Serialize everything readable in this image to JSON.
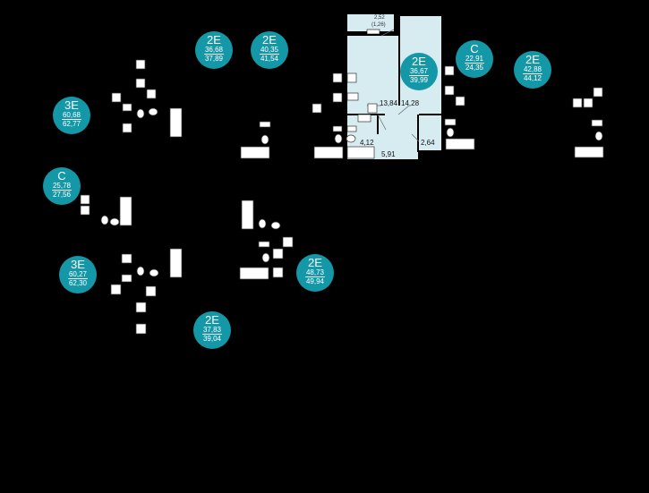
{
  "apartments": [
    {
      "id": "apt-1",
      "type": "2E",
      "area": "36,68",
      "area_total": "37,89"
    },
    {
      "id": "apt-2",
      "type": "2E",
      "area": "40,35",
      "area_total": "41,54"
    },
    {
      "id": "apt-3",
      "type": "2E",
      "area": "36,67",
      "area_total": "39,99"
    },
    {
      "id": "apt-4",
      "type": "С",
      "area": "22,91",
      "area_total": "24,35"
    },
    {
      "id": "apt-5",
      "type": "2E",
      "area": "42,88",
      "area_total": "44,12"
    },
    {
      "id": "apt-6",
      "type": "3E",
      "area": "60,68",
      "area_total": "62,77"
    },
    {
      "id": "apt-7",
      "type": "С",
      "area": "25,78",
      "area_total": "27,56"
    },
    {
      "id": "apt-8",
      "type": "3E",
      "area": "60,27",
      "area_total": "62,30"
    },
    {
      "id": "apt-9",
      "type": "2E",
      "area": "48,73",
      "area_total": "49,94"
    },
    {
      "id": "apt-10",
      "type": "2E",
      "area": "37,83",
      "area_total": "39,04"
    }
  ],
  "rooms": {
    "balcony": "2,52",
    "balcony_reduced": "(1,26)",
    "living": "13,84",
    "bedroom": "14,28",
    "bath": "4,12",
    "hall": "5,91",
    "wc": "2,64"
  },
  "colors": {
    "badge": "#1497a6",
    "highlight": "#d6ecf1",
    "background": "#000000"
  }
}
